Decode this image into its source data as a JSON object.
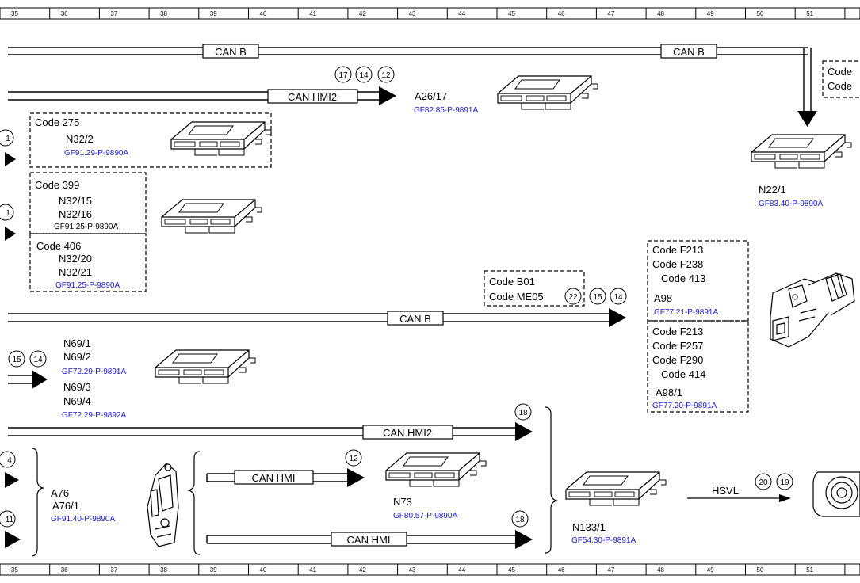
{
  "ruler": {
    "columns": [
      "35",
      "36",
      "37",
      "38",
      "39",
      "40",
      "41",
      "42",
      "43",
      "44",
      "45",
      "46",
      "47",
      "48",
      "49",
      "50",
      "51",
      ""
    ]
  },
  "colors": {
    "part_number": "#1a1ad0",
    "line": "#000000",
    "background": "#ffffff"
  },
  "buses": {
    "can_b_top_1": "CAN B",
    "can_b_top_2": "CAN B",
    "can_hmi2_top": "CAN HMI2",
    "can_b_mid": "CAN B",
    "can_hmi2_bottom": "CAN HMI2",
    "can_hmi_upper": "CAN HMI",
    "can_hmi_lower": "CAN HMI",
    "hsvl": "HSVL"
  },
  "refs": {
    "r17": "17",
    "r14a": "14",
    "r12a": "12",
    "r22": "22",
    "r15a": "15",
    "r14b": "14",
    "r15b": "15",
    "r14c": "14",
    "r18a": "18",
    "r12b": "12",
    "r18b": "18",
    "r20": "20",
    "r19": "19",
    "edge1": "1",
    "edge2": "1",
    "edge4": "4",
    "edge11": "11"
  },
  "components": {
    "a26_17": {
      "name": "A26/17",
      "part": "GF82.85-P-9891A"
    },
    "code_275": {
      "code": "Code 275",
      "name": "N32/2",
      "part": "GF91.29-P-9890A"
    },
    "code_399": {
      "code": "Code 399",
      "name1": "N32/15",
      "name2": "N32/16",
      "part": "GF91.25-P-9890A"
    },
    "code_406": {
      "code": "Code 406",
      "name1": "N32/20",
      "name2": "N32/21",
      "part": "GF91.25-P-9890A"
    },
    "n22_1": {
      "name": "N22/1",
      "part": "GF83.40-P-9890A"
    },
    "top_right_codes": {
      "line1": "Code",
      "line2": "Code"
    },
    "b01_box": {
      "line1": "Code B01",
      "line2": "Code ME05"
    },
    "a98": {
      "code1": "Code F213",
      "code2": "Code F238",
      "code3": "Code 413",
      "name": "A98",
      "part": "GF77.21-P-9891A"
    },
    "a98_1": {
      "code1": "Code F213",
      "code2": "Code F257",
      "code3": "Code F290",
      "code4": "Code 414",
      "name": "A98/1",
      "part": "GF77.20-P-9891A"
    },
    "n69": {
      "name1": "N69/1",
      "name2": "N69/2",
      "part1": "GF72.29-P-9891A",
      "name3": "N69/3",
      "name4": "N69/4",
      "part2": "GF72.29-P-9892A"
    },
    "a76": {
      "name1": "A76",
      "name2": "A76/1",
      "part": "GF91.40-P-9890A"
    },
    "n73": {
      "name": "N73",
      "part": "GF80.57-P-9890A"
    },
    "n133_1": {
      "name": "N133/1",
      "part": "GF54.30-P-9891A"
    }
  }
}
